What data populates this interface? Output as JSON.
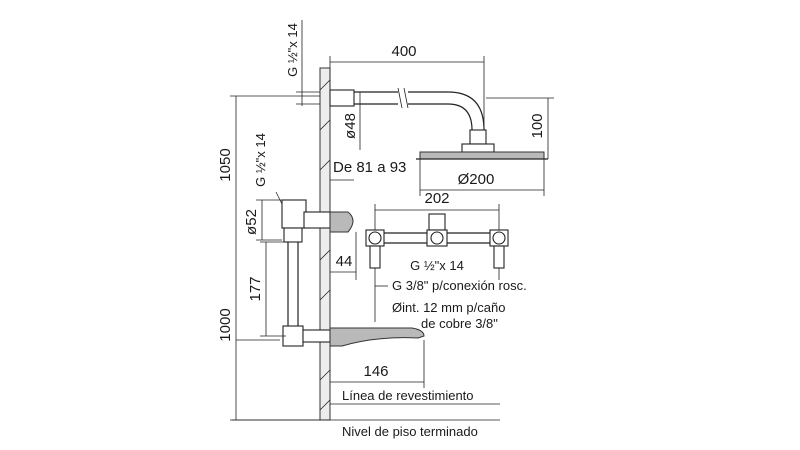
{
  "dimensions": {
    "arm_length": "400",
    "thread_top": "G ½\"x 14",
    "thread_left": "G ½\"x 14",
    "height_total": "1050",
    "height_spout": "1000",
    "arm_diameter": "ø48",
    "drop_height": "100",
    "head_diameter": "Ø200",
    "depth_range": "De 81 a 93",
    "mixer_width": "202",
    "body_diameter": "ø52",
    "wall_depth": "44",
    "valve_spacing": "177",
    "thread_bottom": "G ½\"x 14",
    "thread_38": "G 3/8\" p/conexión rosc.",
    "pipe_line1": "Øint. 12 mm p/caño",
    "pipe_line2": "de cobre 3/8\"",
    "spout_projection": "146"
  },
  "labels": {
    "finish_line": "Línea de revestimiento",
    "floor_level": "Nivel de piso terminado"
  }
}
